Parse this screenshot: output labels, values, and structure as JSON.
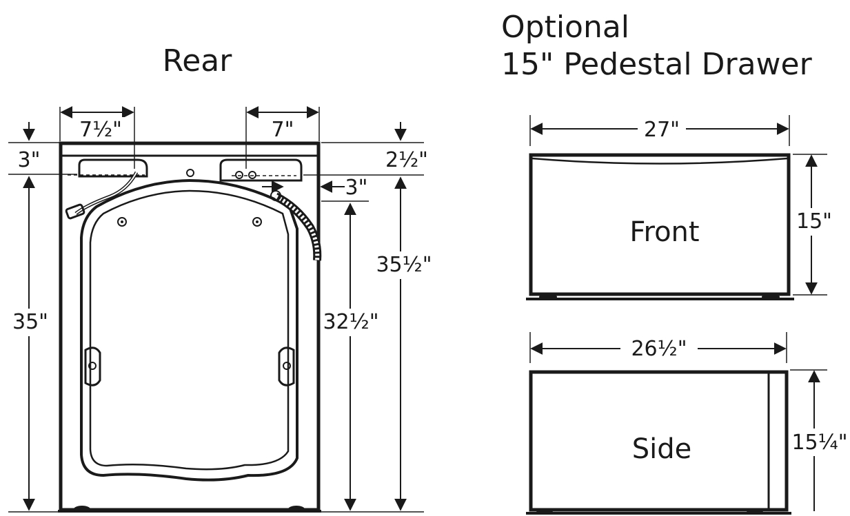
{
  "rear": {
    "title": "Rear",
    "dims": {
      "left_offset": "7½\"",
      "right_offset": "7\"",
      "top_left": "3\"",
      "top_right": "2½\"",
      "side_offset": "3\"",
      "height_left": "35\"",
      "height_inner": "32½\"",
      "height_right": "35½\""
    }
  },
  "pedestal": {
    "title_line1": "Optional",
    "title_line2": "15\" Pedestal Drawer",
    "front": {
      "label": "Front",
      "width": "27\"",
      "height": "15\""
    },
    "side": {
      "label": "Side",
      "width": "26½\"",
      "height": "15¼\""
    }
  }
}
